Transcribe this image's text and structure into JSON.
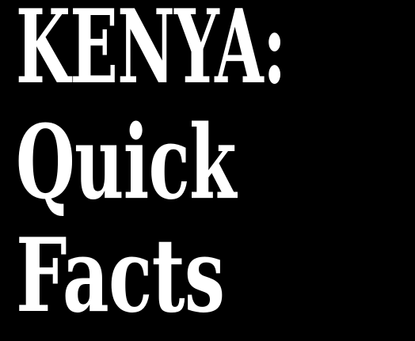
{
  "colors": {
    "background": "#000000",
    "text": "#ffffff"
  },
  "title": {
    "line1": "KENYA:",
    "line2": "Quick",
    "line3": "Facts"
  }
}
